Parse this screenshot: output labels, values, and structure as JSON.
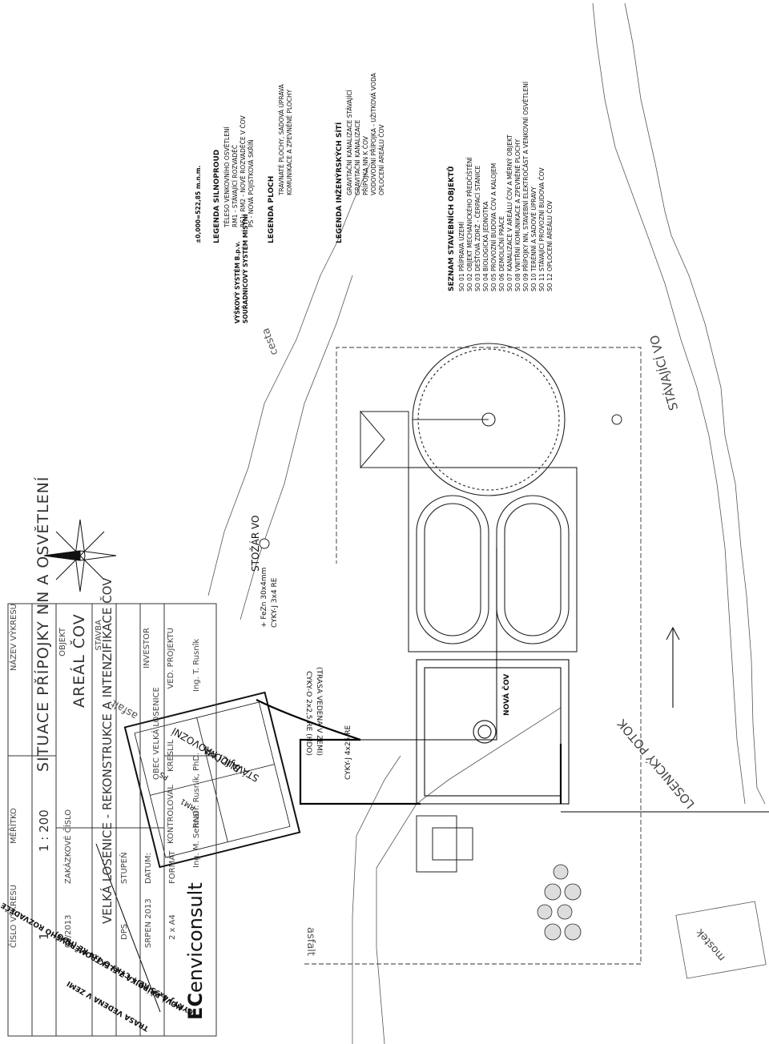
{
  "objects": {
    "heading": "SEZNAM STAVEBNÍCH OBJEKTŮ",
    "items": [
      "SO 01 PŘÍPRAVA ÚZEMÍ",
      "SO 02 OBJEKT MECHANICKÉHO PŘEDČIŠTĚNÍ",
      "SO 03 DEŠŤOVÁ ZDRŽ - ČERPACÍ STANICE",
      "SO 04 BIOLOGICKÁ JEDNOTKA",
      "SO 05 PROVOZNÍ BUDOVA ČOV A KALOJEM",
      "SO 06 DEMOLIČNÍ PRÁCE",
      "SO 07 KANALIZACE V AREÁLU ČOV A MĚRNÝ OBJEKT",
      "SO 08 VNITŘNÍ KOMUNIKACE A ZPEVNĚNÉ PLOCHY",
      "SO 09 PŘÍPOJKY NN, STAVEBNÍ ELEKTROČÁST A VENKOVNÍ OSVĚTLENÍ",
      "SO 10 TERÉNNÍ A SADOVÉ ÚPRAVY",
      "SO 11 STÁVAJÍCÍ PROVOZNÍ BUDOVA ČOV",
      "SO 12 OPLOCENÍ AREÁLU ČOV"
    ]
  },
  "legend_networks": {
    "heading": "LEGENDA INŽENÝRSKÝCH SÍTÍ",
    "items": [
      "GRAVITAČNÍ KANALIZACE STÁVAJÍCÍ",
      "GRAVITAČNÍ KANALIZACE",
      "PŘÍPOJKA NN K ČOV",
      "VODOVODNÍ PŘÍPOJKA - UŽITKOVÁ VODA",
      "OPLOCENÍ AREÁLU ČOV"
    ]
  },
  "legend_areas": {
    "heading": "LEGENDA PLOCH",
    "items": [
      "TRAVNATÉ PLOCHY, SADOVÁ ÚPRAVA",
      "KOMUNIKACE A ZPEVNĚNÉ PLOCHY"
    ]
  },
  "legend_power": {
    "heading": "LEGENDA SILNOPROUD",
    "items": [
      "TĚLESO VENKOVNÍHO OSVĚTLENÍ",
      "RM1 - STÁVAJÍCÍ ROZVADĚČ",
      "RS1, RM2 - NOVÉ ROZVADĚČE V ČOV",
      "PS - NOVÁ POJISTKOVÁ SKŘÍŇ"
    ],
    "elevation_system": "VÝŠKOVÝ SYSTÉM B.p.v.",
    "coord_system": "SOUŘADNICOVÝ SYSTÉM MÍSTNÍ",
    "datum": "±0,000=522,85 m.n.m."
  },
  "title_block": {
    "vedouci_label": "VED. PROJEKTU",
    "vedouci": "Ing. T. Rusnîk",
    "kreslil_label": "KRESLIL",
    "kreslil": "RNDr. Rusník, PhD.",
    "kontroloval_label": "KONTROLOVAL",
    "kontroloval": "Ing. M. Sehnal",
    "investor_label": "INVESTOR",
    "investor": "OBEC VELKÁ LOSENICE",
    "company": "enviconsult",
    "format_label": "FORMÁT",
    "format": "2 x A4",
    "datum_label": "DATUM:",
    "datum": "SRPEN 2013",
    "stupen_label": "STUPEŇ",
    "stupen": "DPS",
    "zakazka_label": "ZAKÁZKOVÉ ČÍSLO",
    "zakazka": "04/2013",
    "meritko_label": "MĚŘÍTKO",
    "meritko": "1 : 200",
    "cislo_label": "ČÍSLO VÝKRESU",
    "cislo": "1",
    "stavba_label": "STAVBA",
    "stavba": "VELKÁ LOSENICE - REKONSTRUKCE A INTENZIFIKACE ČOV",
    "objekt_label": "OBJEKT",
    "objekt": "AREÁL ČOV",
    "nazev_label": "NÁZEV VÝKRESU",
    "nazev": "SITUACE PŘÍPOJKY NN A OSVĚTLENÍ"
  },
  "plan_labels": {
    "stavajici_vo": "STÁVAJÍCÍ VO",
    "cesta": "cesta",
    "losenicky_potok": "LOSENICKÝ POTOK",
    "mostek": "mostek",
    "asfalt_1": "asfalt",
    "asfalt_2": "asfalt",
    "nova_cov": "NOVÁ ČOV",
    "stozar_vo": "STOŽÁR VO",
    "cable_vo_1": "CYKY-J 3x4 RE",
    "cable_vo_2": "+ FeZn 30x4mm",
    "cable_1": "CYKY-O 2x2,5 RE (HDO)",
    "cable_2": "(TRASA VEDENA V ZEMI)",
    "cable_3": "CYKY-J 4x25 RE",
    "stavajici_1": "STÁVAJÍCÍ PROVOZNÍ",
    "stavajici_2": "BUDOVA",
    "rm1": "RM1",
    "ps": "PS",
    "feed_1": "CYKY-J 4x95 RE + CYKY-O 4x4 RE (HDO)",
    "feed_2": "TRASA VEDENA V ZEMI",
    "feed_3": "NOVÁ PŘÍPOJKA Z ELEKTROMĚROVÉHO ROZVADĚČE"
  },
  "colors": {
    "line": "#111111",
    "thin": "#555555",
    "grey": "#888888"
  }
}
